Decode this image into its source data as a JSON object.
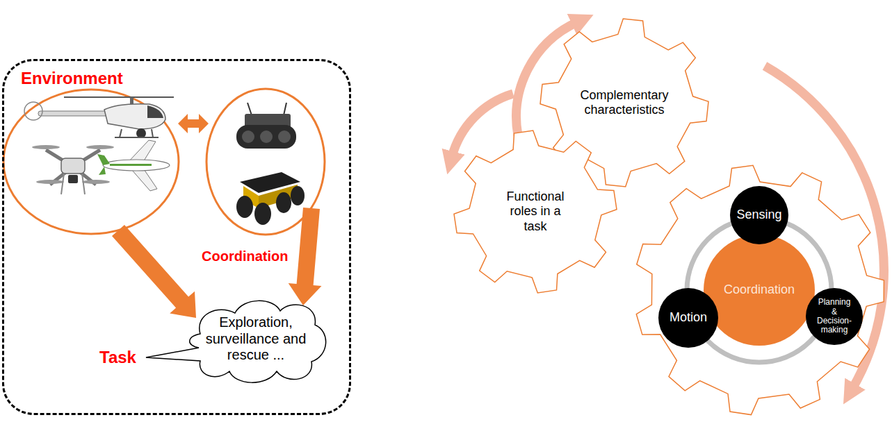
{
  "diagram": {
    "nodes": [
      {
        "text": [
          "Environment"
        ]
      },
      {
        "text": [
          "Exploration, surveillance and rescue ...",
          "Task"
        ],
        "in": 0
      },
      {
        "text": [
          "Complementary characteristics"
        ]
      },
      {
        "text": [
          "Functional roles in a task"
        ]
      },
      {
        "text": [
          "Coordination"
        ]
      },
      {
        "text": [
          "Sensing"
        ]
      },
      {
        "text": [
          "Motion"
        ]
      },
      {
        "text": [
          "Planning & Decision-making"
        ]
      }
    ],
    "labels": [
      "Coordination"
    ]
  }
}
